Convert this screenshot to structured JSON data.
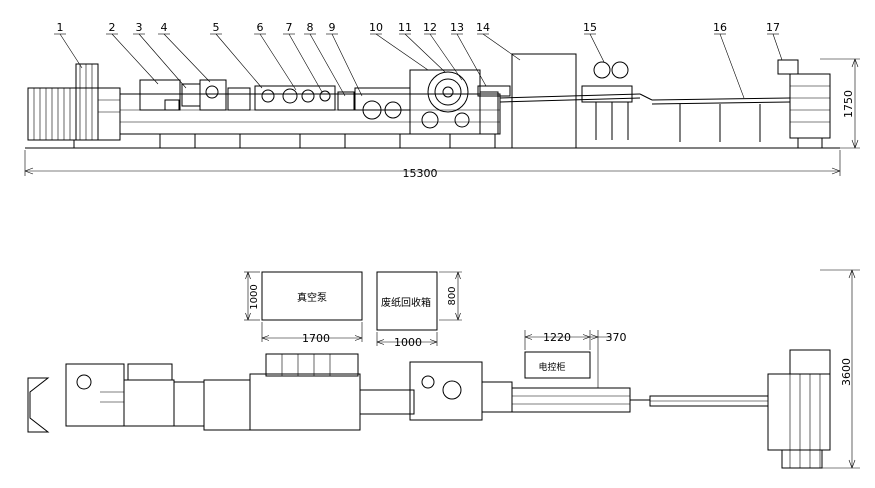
{
  "elevation": {
    "callouts": [
      "1",
      "2",
      "3",
      "4",
      "5",
      "6",
      "7",
      "8",
      "9",
      "10",
      "11",
      "12",
      "13",
      "14",
      "15",
      "16",
      "17"
    ],
    "overall_length": "15300",
    "overall_height": "1750"
  },
  "plan": {
    "vacuum_pump": {
      "label": "真空泵",
      "width": "1700",
      "depth": "1000"
    },
    "waste_box": {
      "label": "废纸回收箱",
      "width": "1000",
      "depth": "800"
    },
    "control_cabinet": {
      "label": "电控柜",
      "width": "1220",
      "offset": "370"
    },
    "overall_width": "3600"
  }
}
